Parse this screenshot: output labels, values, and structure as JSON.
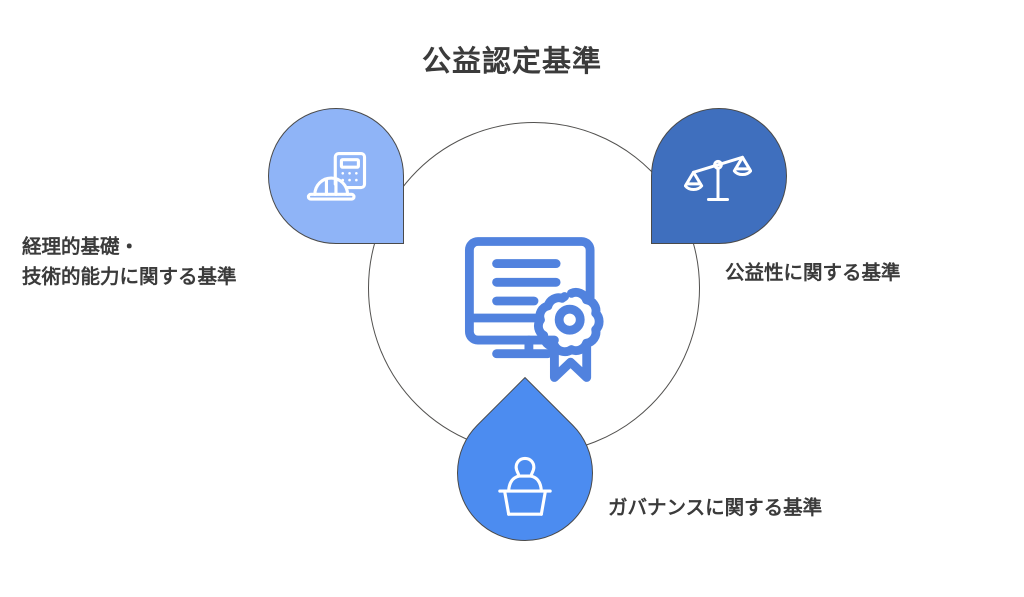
{
  "diagram": {
    "title": "公益認定基準",
    "type": "hub-and-spoke",
    "center": {
      "icon": "certificate-seal-icon",
      "icon_color": "#5182de",
      "circle_outline_color": "#52514f"
    },
    "nodes": [
      {
        "id": "financial-technical",
        "label": "経理的基礎・\n技術的能力に関する基準",
        "icon": "calculator-hardhat-icon",
        "pin_color": "#8fb4f7",
        "position": "top-left"
      },
      {
        "id": "public-benefit",
        "label": "公益性に関する基準",
        "icon": "scales-of-justice-icon",
        "pin_color": "#3f6fbe",
        "position": "top-right"
      },
      {
        "id": "governance",
        "label": "ガバナンスに関する基準",
        "icon": "person-at-podium-icon",
        "pin_color": "#4c8cf0",
        "position": "bottom"
      }
    ],
    "colors": {
      "background": "#ffffff",
      "text": "#3b3b3b",
      "pin_icon": "#ffffff",
      "outline": "#4a4a4a"
    }
  }
}
